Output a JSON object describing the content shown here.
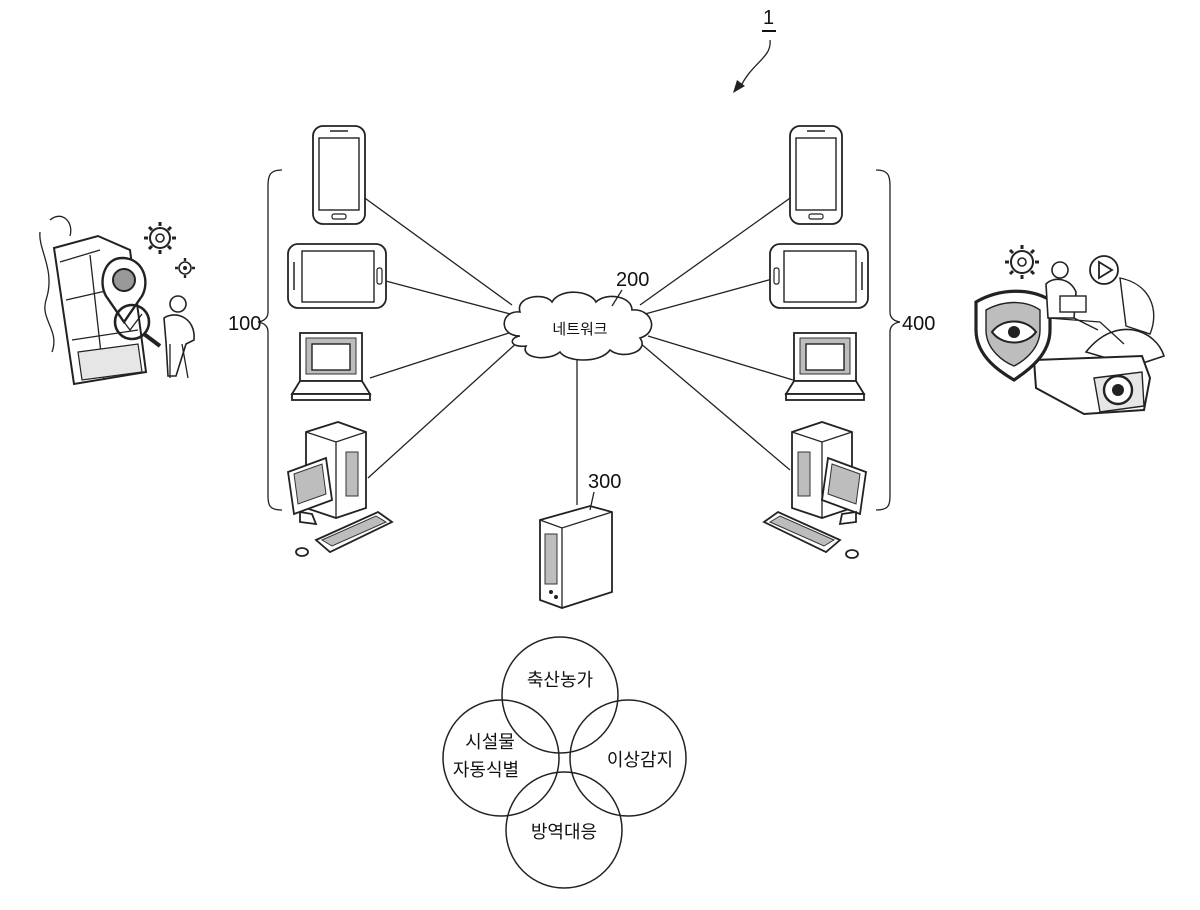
{
  "system": {
    "ref": "1"
  },
  "left_group": {
    "ref": "100"
  },
  "right_group": {
    "ref": "400"
  },
  "network": {
    "ref": "200",
    "label": "네트워크"
  },
  "server": {
    "ref": "300"
  },
  "venn": {
    "top": "축산농가",
    "left_line1": "시설물",
    "left_line2": "자동식별",
    "right": "이상감지",
    "bottom": "방역대응"
  }
}
